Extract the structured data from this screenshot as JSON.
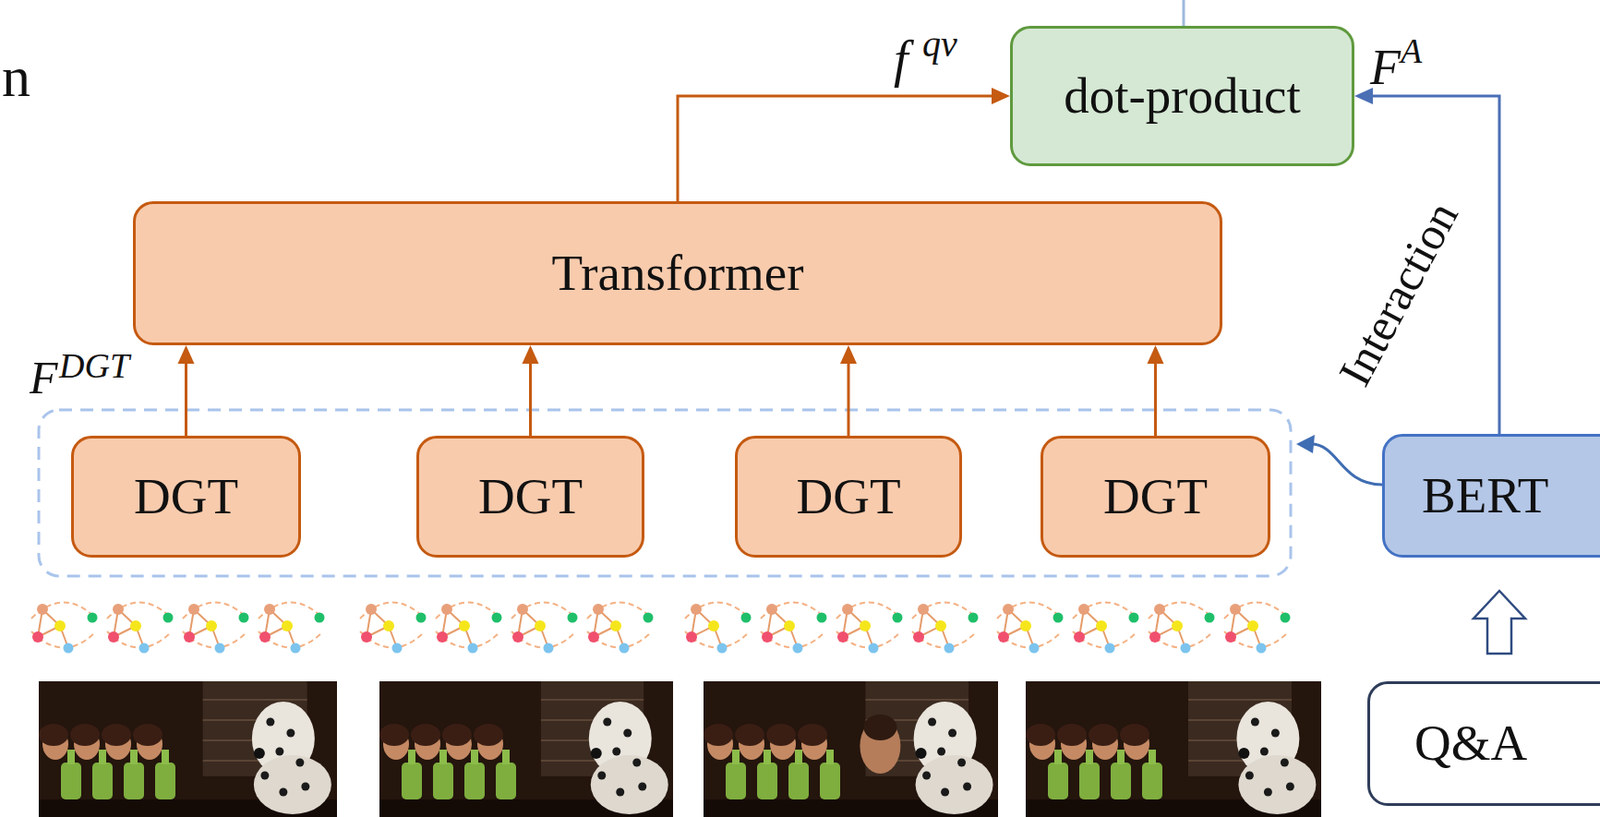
{
  "diagram": {
    "nodes": [
      {
        "text": [
          "dot-product"
        ]
      },
      {
        "text": [
          "Transformer"
        ]
      },
      {
        "text": [
          "DGT"
        ]
      },
      {
        "text": [
          "DGT"
        ]
      },
      {
        "text": [
          "DGT"
        ]
      },
      {
        "text": [
          "DGT"
        ]
      },
      {
        "text": [
          "BERT"
        ]
      },
      {
        "text": [
          "Q&A"
        ]
      }
    ],
    "edges": [
      {
        "from": 2,
        "to": 1,
        "arrow": "to"
      },
      {
        "from": 3,
        "to": 1,
        "arrow": "to"
      },
      {
        "from": 4,
        "to": 1,
        "arrow": "to"
      },
      {
        "from": 5,
        "to": 1,
        "arrow": "to"
      },
      {
        "from": 1,
        "to": 0,
        "arrow": "to"
      },
      {
        "from": 6,
        "to": 0,
        "arrow": "to"
      },
      {
        "from": 7,
        "to": 6,
        "arrow": "to"
      }
    ],
    "labels": [
      "n",
      "f",
      "qv",
      "F",
      "A",
      "F",
      "DGT",
      "Interaction"
    ]
  }
}
